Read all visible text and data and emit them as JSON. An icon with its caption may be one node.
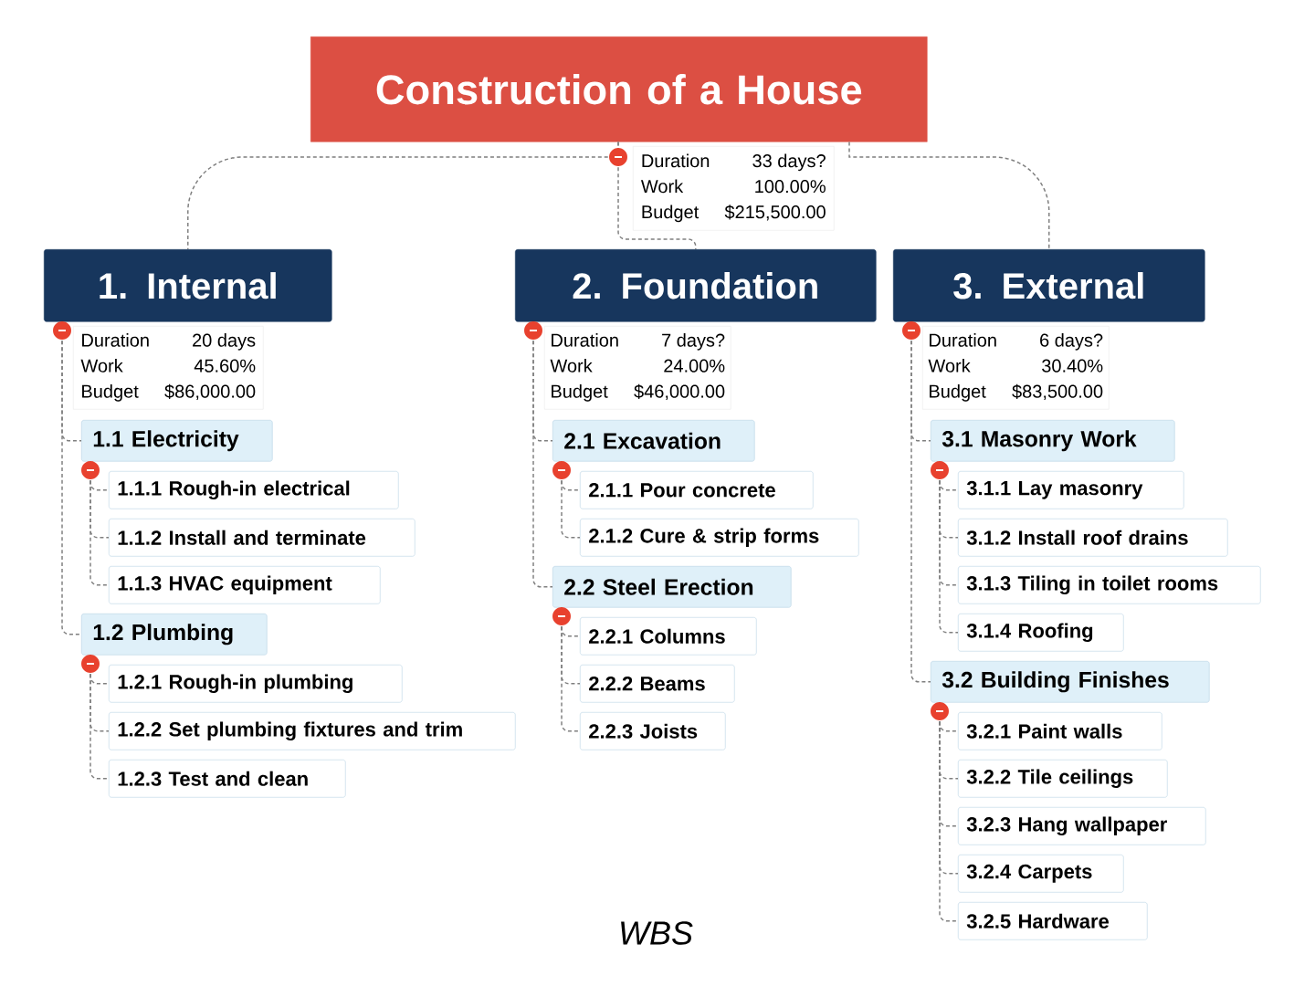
{
  "diagram": {
    "caption": "WBS",
    "nodes": [
      {
        "text": [
          "Construction of a House"
        ]
      },
      {
        "text": [
          "Duration",
          "33 days?",
          "Work",
          "100.00%",
          "Budget",
          "$215,500.00"
        ]
      },
      {
        "text": [
          "1. Internal"
        ]
      },
      {
        "text": [
          "Duration",
          "20 days",
          "Work",
          "45.60%",
          "Budget",
          "$86,000.00"
        ]
      },
      {
        "text": [
          "1.1 Electricity"
        ]
      },
      {
        "text": [
          "1.1.1 Rough-in electrical"
        ]
      },
      {
        "text": [
          "1.1.2 Install and terminate"
        ]
      },
      {
        "text": [
          "1.1.3 HVAC equipment"
        ]
      },
      {
        "text": [
          "1.2 Plumbing"
        ]
      },
      {
        "text": [
          "1.2.1 Rough-in plumbing"
        ]
      },
      {
        "text": [
          "1.2.2 Set plumbing fixtures and trim"
        ]
      },
      {
        "text": [
          "1.2.3 Test and clean"
        ]
      },
      {
        "text": [
          "2. Foundation"
        ]
      },
      {
        "text": [
          "Duration",
          "7 days?",
          "Work",
          "24.00%",
          "Budget",
          "$46,000.00"
        ]
      },
      {
        "text": [
          "2.1 Excavation"
        ]
      },
      {
        "text": [
          "2.1.1 Pour concrete"
        ]
      },
      {
        "text": [
          "2.1.2 Cure & strip forms"
        ]
      },
      {
        "text": [
          "2.2 Steel Erection"
        ]
      },
      {
        "text": [
          "2.2.1 Columns"
        ]
      },
      {
        "text": [
          "2.2.2 Beams"
        ]
      },
      {
        "text": [
          "2.2.3 Joists"
        ]
      },
      {
        "text": [
          "3. External"
        ]
      },
      {
        "text": [
          "Duration",
          "6 days?",
          "Work",
          "30.40%",
          "Budget",
          "$83,500.00"
        ]
      },
      {
        "text": [
          "3.1 Masonry Work"
        ]
      },
      {
        "text": [
          "3.1.1 Lay masonry"
        ]
      },
      {
        "text": [
          "3.1.2 Install roof drains"
        ]
      },
      {
        "text": [
          "3.1.3 Tiling in toilet rooms"
        ]
      },
      {
        "text": [
          "3.1.4 Roofing"
        ]
      },
      {
        "text": [
          "3.2 Building Finishes"
        ]
      },
      {
        "text": [
          "3.2.1 Paint walls"
        ]
      },
      {
        "text": [
          "3.2.2 Tile ceilings"
        ]
      },
      {
        "text": [
          "3.2.3 Hang wallpaper"
        ]
      },
      {
        "text": [
          "3.2.4 Carpets"
        ]
      },
      {
        "text": [
          "3.2.5 Hardware"
        ]
      }
    ],
    "edges": [
      {
        "from": 0,
        "to": 2,
        "arrow": "none",
        "style": "dashed"
      },
      {
        "from": 0,
        "to": 12,
        "arrow": "none",
        "style": "dashed"
      },
      {
        "from": 0,
        "to": 21,
        "arrow": "none",
        "style": "dashed"
      },
      {
        "from": 2,
        "to": 4,
        "arrow": "none",
        "style": "dashed"
      },
      {
        "from": 2,
        "to": 8,
        "arrow": "none",
        "style": "dashed"
      },
      {
        "from": 4,
        "to": 5,
        "arrow": "none",
        "style": "dashed"
      },
      {
        "from": 4,
        "to": 6,
        "arrow": "none",
        "style": "dashed"
      },
      {
        "from": 4,
        "to": 7,
        "arrow": "none",
        "style": "dashed"
      },
      {
        "from": 8,
        "to": 9,
        "arrow": "none",
        "style": "dashed"
      },
      {
        "from": 8,
        "to": 10,
        "arrow": "none",
        "style": "dashed"
      },
      {
        "from": 8,
        "to": 11,
        "arrow": "none",
        "style": "dashed"
      },
      {
        "from": 12,
        "to": 14,
        "arrow": "none",
        "style": "dashed"
      },
      {
        "from": 12,
        "to": 17,
        "arrow": "none",
        "style": "dashed"
      },
      {
        "from": 14,
        "to": 15,
        "arrow": "none",
        "style": "dashed"
      },
      {
        "from": 14,
        "to": 16,
        "arrow": "none",
        "style": "dashed"
      },
      {
        "from": 17,
        "to": 18,
        "arrow": "none",
        "style": "dashed"
      },
      {
        "from": 17,
        "to": 19,
        "arrow": "none",
        "style": "dashed"
      },
      {
        "from": 17,
        "to": 20,
        "arrow": "none",
        "style": "dashed"
      },
      {
        "from": 21,
        "to": 23,
        "arrow": "none",
        "style": "dashed"
      },
      {
        "from": 21,
        "to": 28,
        "arrow": "none",
        "style": "dashed"
      },
      {
        "from": 23,
        "to": 24,
        "arrow": "none",
        "style": "dashed"
      },
      {
        "from": 23,
        "to": 25,
        "arrow": "none",
        "style": "dashed"
      },
      {
        "from": 23,
        "to": 26,
        "arrow": "none",
        "style": "dashed"
      },
      {
        "from": 23,
        "to": 27,
        "arrow": "none",
        "style": "dashed"
      },
      {
        "from": 28,
        "to": 29,
        "arrow": "none",
        "style": "dashed"
      },
      {
        "from": 28,
        "to": 30,
        "arrow": "none",
        "style": "dashed"
      },
      {
        "from": 28,
        "to": 31,
        "arrow": "none",
        "style": "dashed"
      },
      {
        "from": 28,
        "to": 32,
        "arrow": "none",
        "style": "dashed"
      },
      {
        "from": 28,
        "to": 33,
        "arrow": "none",
        "style": "dashed"
      }
    ]
  }
}
